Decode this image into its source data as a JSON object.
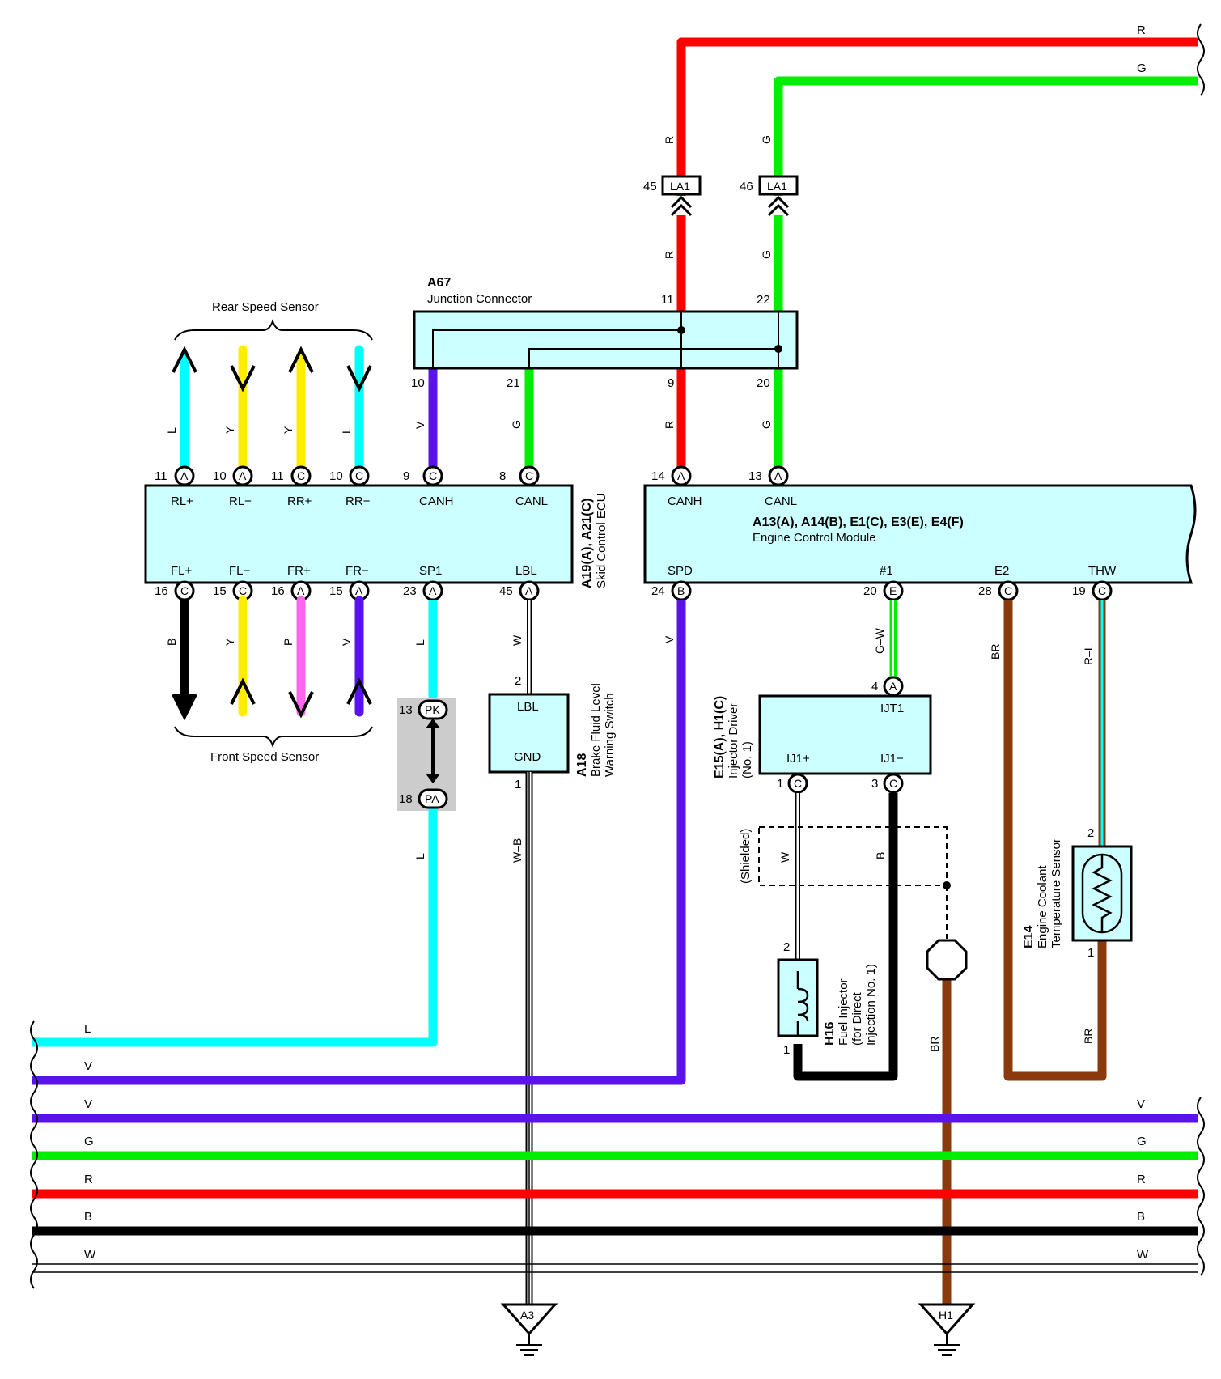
{
  "colors": {
    "R": "#ff0000",
    "G": "#00ee00",
    "L": "#00ffff",
    "V": "#5a12ee",
    "Y": "#ffee00",
    "P": "#ff66ee",
    "B": "#000000",
    "BR": "#8b3a0e",
    "W": "#ffffff",
    "box": "#ccffff",
    "shade": "#cccccc"
  },
  "components": {
    "a67_code": "A67",
    "a67_name": "Junction Connector",
    "skid_code": "A19(A), A21(C)",
    "skid_name": "Skid Control ECU",
    "ecm_code": "A13(A), A14(B), E1(C), E3(E), E4(F)",
    "ecm_name": "Engine Control Module",
    "a18_code": "A18",
    "a18_name1": "Brake Fluid Level",
    "a18_name2": "Warning Switch",
    "e15_code": "E15(A), H1(C)",
    "e15_name1": "Injector Driver",
    "e15_name2": "(No. 1)",
    "h16_code": "H16",
    "h16_name1": "Fuel Injector",
    "h16_name2": "(for Direct",
    "h16_name3": "Injection No. 1)",
    "e14_code": "E14",
    "e14_name1": "Engine Coolant",
    "e14_name2": "Temperature Sensor",
    "rear_sensor": "Rear Speed Sensor",
    "front_sensor": "Front Speed Sensor",
    "shielded": "(Shielded)"
  },
  "connectors": {
    "la1_left": "LA1",
    "la1_right": "LA1",
    "pk": "PK",
    "pa": "PA",
    "ground_a3": "A3",
    "ground_h1": "H1"
  },
  "terminals": {
    "skid_top": [
      "RL+",
      "RL−",
      "RR+",
      "RR−",
      "CANH",
      "CANL"
    ],
    "skid_bottom": [
      "FL+",
      "FL−",
      "FR+",
      "FR−",
      "SP1",
      "LBL"
    ],
    "ecm_top": [
      "CANH",
      "CANL"
    ],
    "ecm_bottom": [
      "SPD",
      "#1",
      "E2",
      "THW"
    ],
    "a18": [
      "LBL",
      "GND"
    ],
    "e15": [
      "IJT1",
      "IJ1+",
      "IJ1−"
    ]
  },
  "pin_numbers": {
    "skid_top": [
      "11",
      "10",
      "11",
      "10",
      "9",
      "8"
    ],
    "skid_top_letters": [
      "A",
      "A",
      "C",
      "C",
      "C",
      "C"
    ],
    "skid_bottom": [
      "16",
      "15",
      "16",
      "15",
      "23",
      "45"
    ],
    "skid_bottom_letters": [
      "C",
      "C",
      "A",
      "A",
      "A",
      "A"
    ],
    "ecm_top": [
      "14",
      "13"
    ],
    "ecm_top_letters": [
      "A",
      "A"
    ],
    "ecm_bottom": [
      "24",
      "20",
      "28",
      "19"
    ],
    "ecm_bottom_letters": [
      "B",
      "E",
      "C",
      "C"
    ],
    "la1": [
      "45",
      "46"
    ],
    "a67_top": [
      "11",
      "22"
    ],
    "a67_bottom": [
      "10",
      "21",
      "9",
      "20"
    ],
    "pk": "13",
    "pa": "18",
    "a18_top": "2",
    "a18_bottom": "1",
    "e15_top": "4",
    "e15_top_letter": "A",
    "e15_bottom": [
      "1",
      "3"
    ],
    "e15_bottom_letters": [
      "C",
      "C"
    ],
    "h16_top": "2",
    "h16_bottom": "1",
    "e14_top": "2",
    "e14_bottom": "1"
  },
  "wire_labels": {
    "la1_upper": [
      "R",
      "G"
    ],
    "la1_lower": [
      "R",
      "G"
    ],
    "a67_lower": [
      "V",
      "G",
      "R",
      "G"
    ],
    "rear": [
      "L",
      "Y",
      "Y",
      "L"
    ],
    "front": [
      "B",
      "Y",
      "P",
      "V"
    ],
    "sp1": "L",
    "sp1_lower": "L",
    "lbl": "W",
    "gnd": "W–B",
    "spd": "V",
    "inj": "G–W",
    "e2": "BR",
    "thw": "R–L",
    "shield_w": "W",
    "shield_b": "B",
    "ground_br": "BR",
    "e14_br": "BR",
    "top_bus": [
      "R",
      "G"
    ],
    "bus_left": [
      "L",
      "V",
      "V",
      "G",
      "R",
      "B",
      "W"
    ],
    "bus_right": [
      "V",
      "G",
      "R",
      "B",
      "W"
    ]
  }
}
